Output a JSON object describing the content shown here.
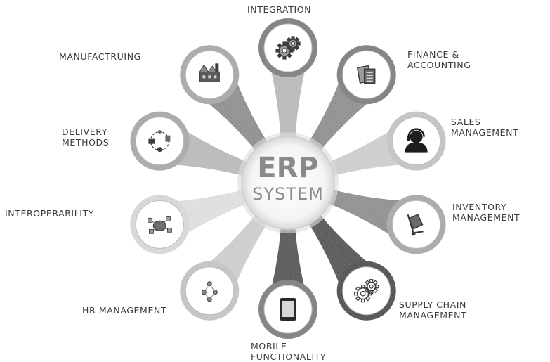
{
  "center": {
    "line1": "ERP",
    "line2": "SYSTEM"
  },
  "modules": [
    {
      "id": "integration",
      "lines": [
        "INTEGRATION"
      ],
      "icon": "gears-icon"
    },
    {
      "id": "finance",
      "lines": [
        "FINANCE &",
        "ACCOUNTING"
      ],
      "icon": "finance-documents-icon"
    },
    {
      "id": "sales",
      "lines": [
        "SALES",
        "MANAGEMENT"
      ],
      "icon": "customer-service-headset-icon"
    },
    {
      "id": "inventory",
      "lines": [
        "INVENTORY",
        "MANAGEMENT"
      ],
      "icon": "hand-truck-icon"
    },
    {
      "id": "supply-chain",
      "lines": [
        "SUPPLY CHAIN",
        "MANAGEMENT"
      ],
      "icon": "gears-outline-icon"
    },
    {
      "id": "mobile",
      "lines": [
        "MOBILE",
        "FUNCTIONALITY"
      ],
      "icon": "tablet-icon"
    },
    {
      "id": "hr",
      "lines": [
        "HR MANAGEMENT"
      ],
      "icon": "people-network-icon"
    },
    {
      "id": "interoperability",
      "lines": [
        "INTEROPERABILITY"
      ],
      "icon": "connected-systems-icon"
    },
    {
      "id": "delivery",
      "lines": [
        "DELIVERY",
        "METHODS"
      ],
      "icon": "delivery-network-icon"
    },
    {
      "id": "manufacturing",
      "lines": [
        "MANUFACTRUING"
      ],
      "icon": "factory-machinery-icon"
    }
  ],
  "colors": {
    "petal_dark": "#8c8c8c",
    "petal_mid": "#bdbdbd",
    "petal_light": "#e6e6e6",
    "accent_dark": "#2b2b2b",
    "center_text": "#8a8a8a",
    "label_text": "#3a3a3a"
  }
}
